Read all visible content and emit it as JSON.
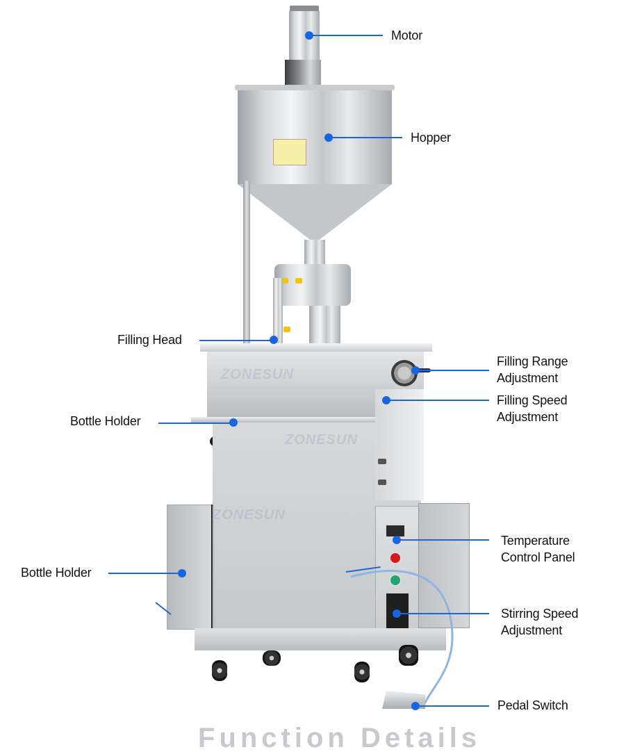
{
  "diagram": {
    "subject": "Paste filling machine with heated hopper",
    "watermark": "ZONESUN",
    "accent_color": "#1766e0",
    "labels": [
      {
        "id": "motor",
        "text": "Motor"
      },
      {
        "id": "hopper",
        "text": "Hopper"
      },
      {
        "id": "filling_head",
        "text": "Filling Head"
      },
      {
        "id": "bottle_holder_upper",
        "text": "Bottle Holder"
      },
      {
        "id": "filling_range",
        "line1": "Filling Range",
        "line2": "Adjustment"
      },
      {
        "id": "filling_speed",
        "line1": "Filling Speed",
        "line2": "Adjustment"
      },
      {
        "id": "bottle_holder_lower",
        "text": "Bottle Holder"
      },
      {
        "id": "temperature",
        "line1": "Temperature",
        "line2": "Control Panel"
      },
      {
        "id": "stirring_speed",
        "line1": "Stirring Speed",
        "line2": "Adjustment"
      },
      {
        "id": "pedal_switch",
        "text": "Pedal Switch"
      }
    ],
    "footer_partial_text": "Function Details"
  }
}
